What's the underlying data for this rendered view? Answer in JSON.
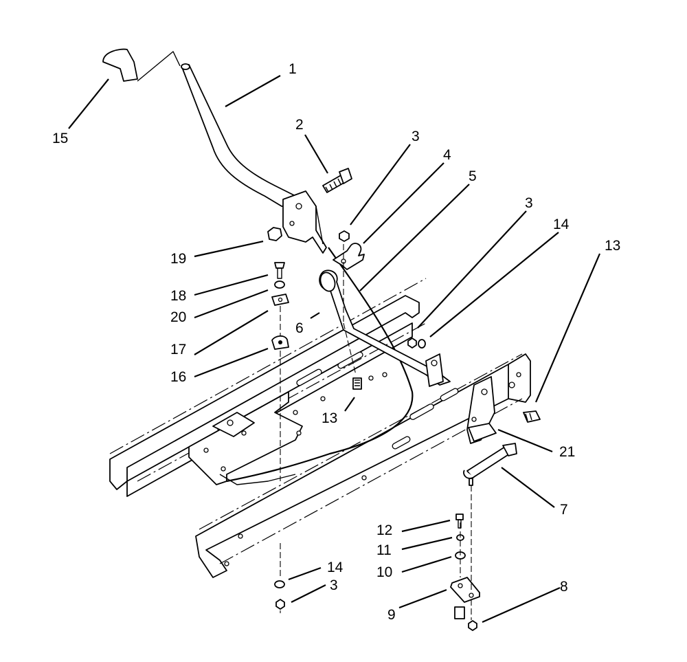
{
  "callouts": [
    {
      "id": "c1",
      "text": "1"
    },
    {
      "id": "c2",
      "text": "2"
    },
    {
      "id": "c3a",
      "text": "3"
    },
    {
      "id": "c4",
      "text": "4"
    },
    {
      "id": "c5",
      "text": "5"
    },
    {
      "id": "c3b",
      "text": "3"
    },
    {
      "id": "c14a",
      "text": "14"
    },
    {
      "id": "c13a",
      "text": "13"
    },
    {
      "id": "c15",
      "text": "15"
    },
    {
      "id": "c19",
      "text": "19"
    },
    {
      "id": "c18",
      "text": "18"
    },
    {
      "id": "c20",
      "text": "20"
    },
    {
      "id": "c6",
      "text": "6"
    },
    {
      "id": "c17",
      "text": "17"
    },
    {
      "id": "c16",
      "text": "16"
    },
    {
      "id": "c13b",
      "text": "13"
    },
    {
      "id": "c21",
      "text": "21"
    },
    {
      "id": "c7",
      "text": "7"
    },
    {
      "id": "c12",
      "text": "12"
    },
    {
      "id": "c11",
      "text": "11"
    },
    {
      "id": "c10",
      "text": "10"
    },
    {
      "id": "c14b",
      "text": "14"
    },
    {
      "id": "c3c",
      "text": "3"
    },
    {
      "id": "c8",
      "text": "8"
    },
    {
      "id": "c9",
      "text": "9"
    }
  ]
}
